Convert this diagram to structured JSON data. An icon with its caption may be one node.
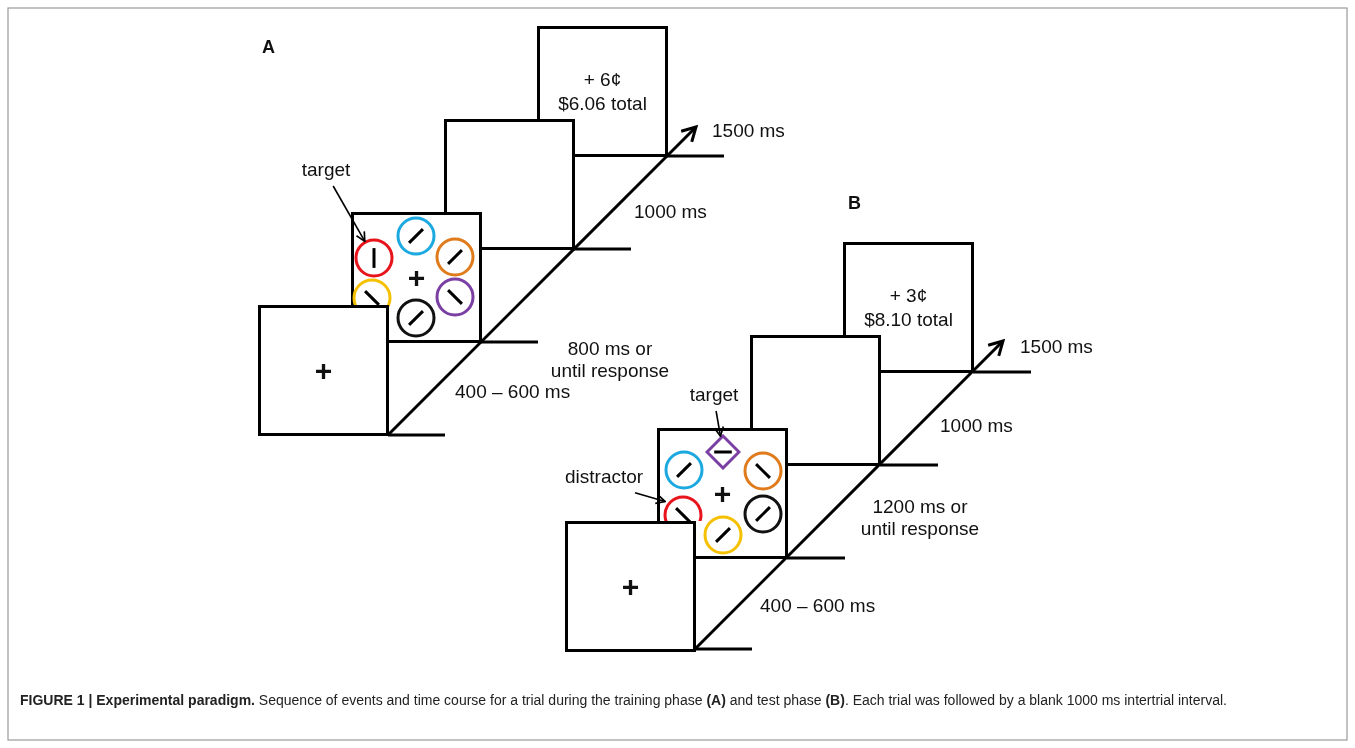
{
  "diagram": {
    "caption": "**FIGURE 1 | Experimental paradigm.** Sequence of events and time course for a trial during the training phase **(A)** and test phase **(B)**. Each trial was followed by a blank 1000 ms intertrial interval.",
    "nodes": [
      {
        "text": [
          "+"
        ]
      },
      {
        "text": [
          "+"
        ]
      },
      {
        "text": [],
        "shape": "box"
      },
      {
        "text": [
          "+ 6¢",
          "$6.06 total"
        ]
      },
      {
        "text": [
          "target"
        ]
      },
      {
        "text": [],
        "shape": "circle",
        "in": 1
      },
      {
        "text": [
          "+"
        ]
      },
      {
        "text": [
          "+"
        ]
      },
      {
        "text": [],
        "shape": "box"
      },
      {
        "text": [
          "+ 3¢",
          "$8.10 total"
        ]
      },
      {
        "text": [
          "target"
        ]
      },
      {
        "text": [],
        "shape": "diamond",
        "in": 7
      },
      {
        "text": [
          "distractor"
        ]
      },
      {
        "text": [],
        "shape": "circle",
        "in": 7
      }
    ],
    "edges": [
      {
        "from": 4,
        "to": 5,
        "arrow": "to"
      },
      {
        "from": 10,
        "to": 11,
        "arrow": "to"
      },
      {
        "from": 12,
        "to": 13,
        "arrow": "to"
      }
    ],
    "labels": [
      "A",
      "1500 ms",
      "1000 ms",
      "800 ms or until response",
      "400 – 600 ms",
      "B",
      "1500 ms",
      "1000 ms",
      "1200 ms or until response",
      "400 – 600 ms"
    ]
  }
}
